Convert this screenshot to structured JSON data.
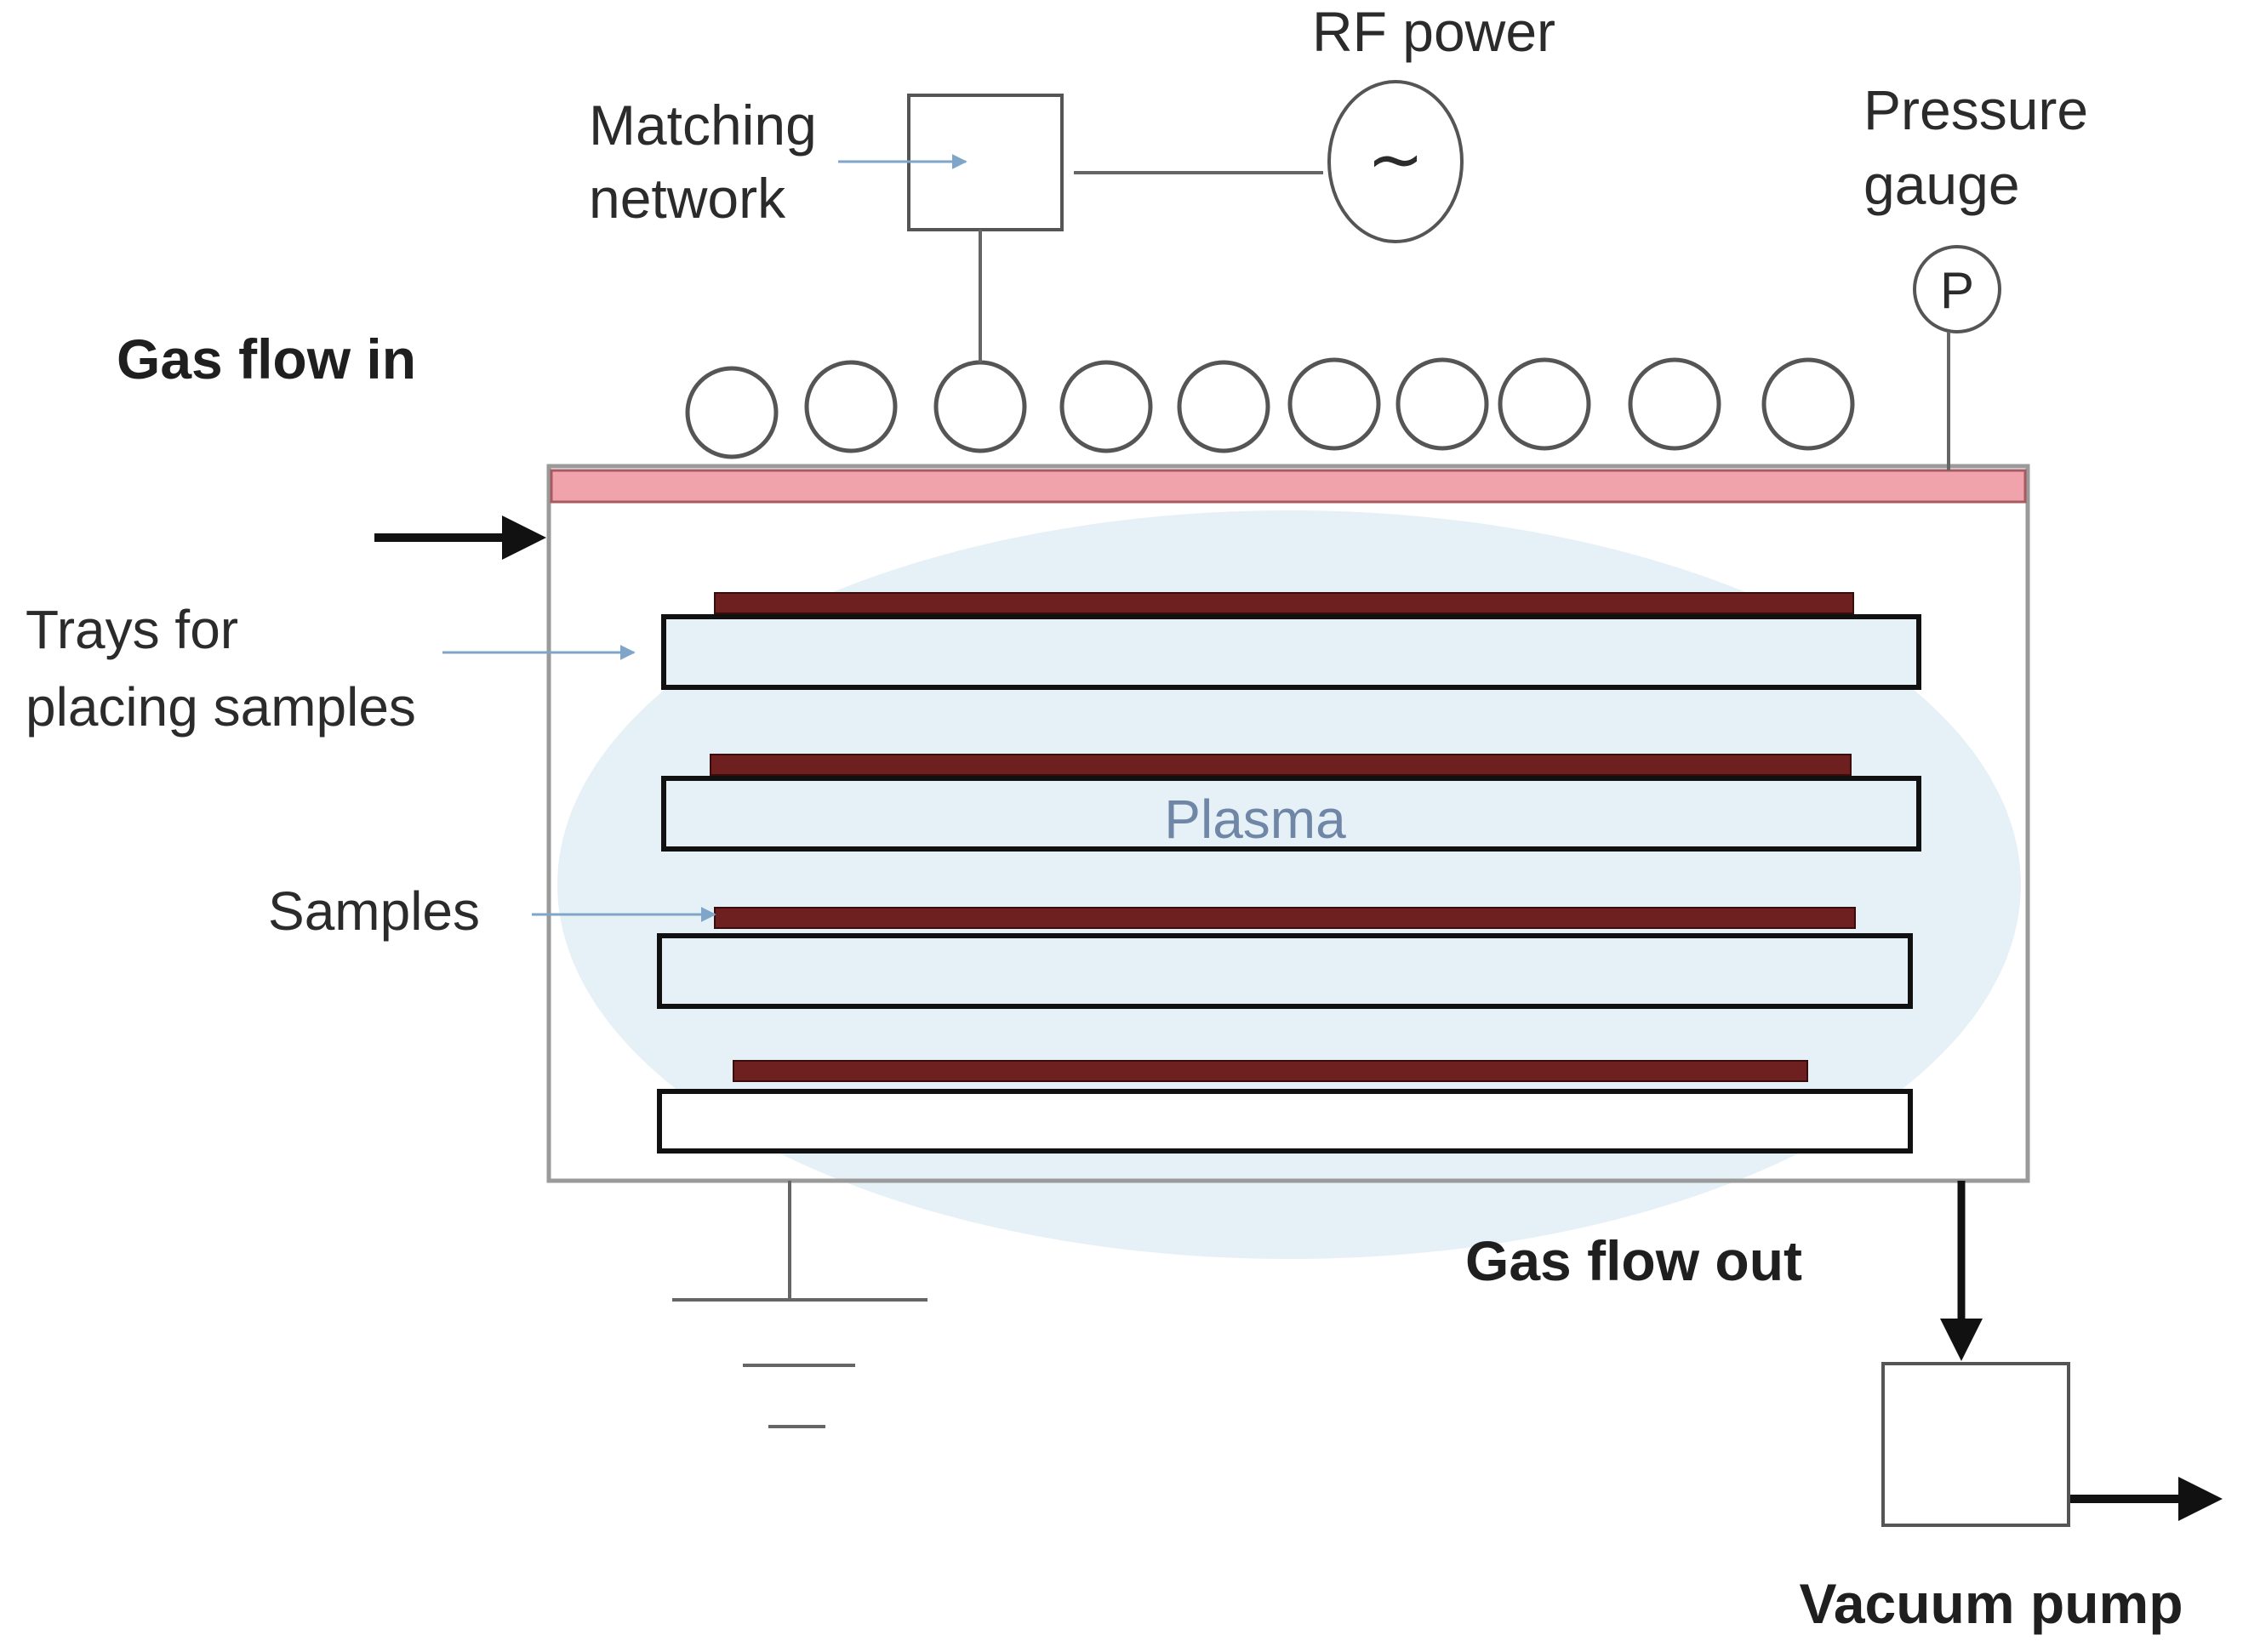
{
  "labels": {
    "rf_power": "RF power",
    "matching_network_line1": "Matching",
    "matching_network_line2": "network",
    "pressure_gauge_line1": "Pressure",
    "pressure_gauge_line2": "gauge",
    "gauge_symbol": "P",
    "ac_symbol": "~",
    "gas_flow_in": "Gas flow in",
    "trays_line1": "Trays for",
    "trays_line2": "placing samples",
    "plasma": "Plasma",
    "samples": "Samples",
    "gas_flow_out": "Gas flow out",
    "vacuum_pump": "Vacuum pump"
  },
  "components": {
    "coil_turns": 10,
    "tray_count": 4
  },
  "colors": {
    "electrode": "#f0a3aa",
    "plasma": "#e6f1f7",
    "sample": "#6e1f1f",
    "line": "#666666",
    "arrow": "#111111"
  }
}
